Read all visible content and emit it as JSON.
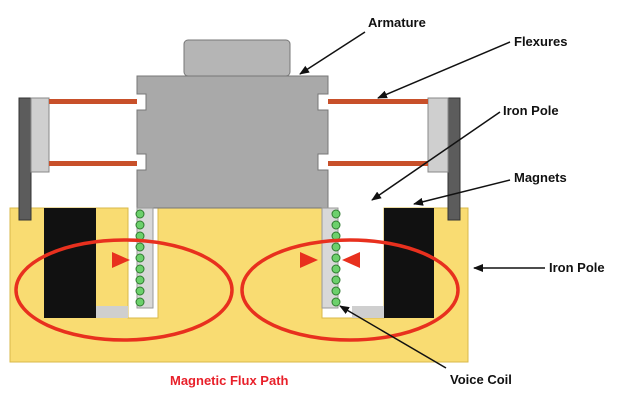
{
  "labels": {
    "armature": "Armature",
    "flexures": "Flexures",
    "iron_pole_top": "Iron Pole",
    "magnets": "Magnets",
    "iron_pole_right": "Iron Pole",
    "flux_path": "Magnetic Flux Path",
    "voice_coil": "Voice Coil"
  },
  "colors": {
    "iron_pole_yellow": "#f9dc72",
    "magnet_black": "#111111",
    "armature_gray": "#a9a9a9",
    "flexure_orange": "#c8502a",
    "flux_red": "#e8301e",
    "coil_green": "#6cd06c",
    "flux_label_color": "#e8202a"
  }
}
